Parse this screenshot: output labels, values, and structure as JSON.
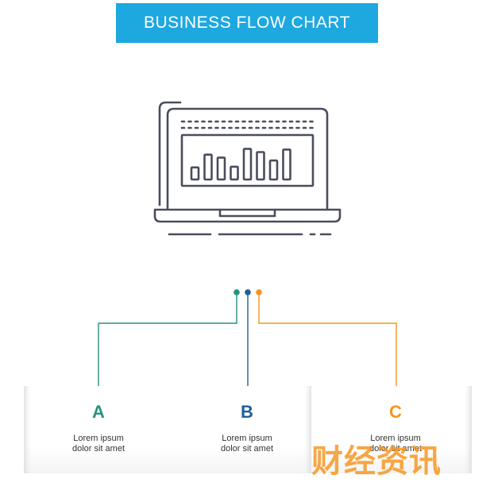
{
  "title": "BUSINESS FLOW CHART",
  "colors": {
    "banner": "#1ea8e0",
    "icon_stroke": "#4a4d5e",
    "step_a": "#26917f",
    "step_b": "#1f5f99",
    "step_c": "#f5941f",
    "watermark": "#f7941d"
  },
  "illustration": {
    "icon": "laptop-bar-chart-icon",
    "bar_levels": [
      0.33,
      0.68,
      0.6,
      0.35,
      0.84,
      0.75,
      0.52,
      0.82
    ]
  },
  "steps": [
    {
      "letter": "A",
      "line1": "Lorem ipsum",
      "line2": "dolor sit amet"
    },
    {
      "letter": "B",
      "line1": "Lorem ipsum",
      "line2": "dolor sit amet"
    },
    {
      "letter": "C",
      "line1": "Lorem ipsum",
      "line2": "dolor sit amet"
    }
  ],
  "watermark": "财经资讯"
}
